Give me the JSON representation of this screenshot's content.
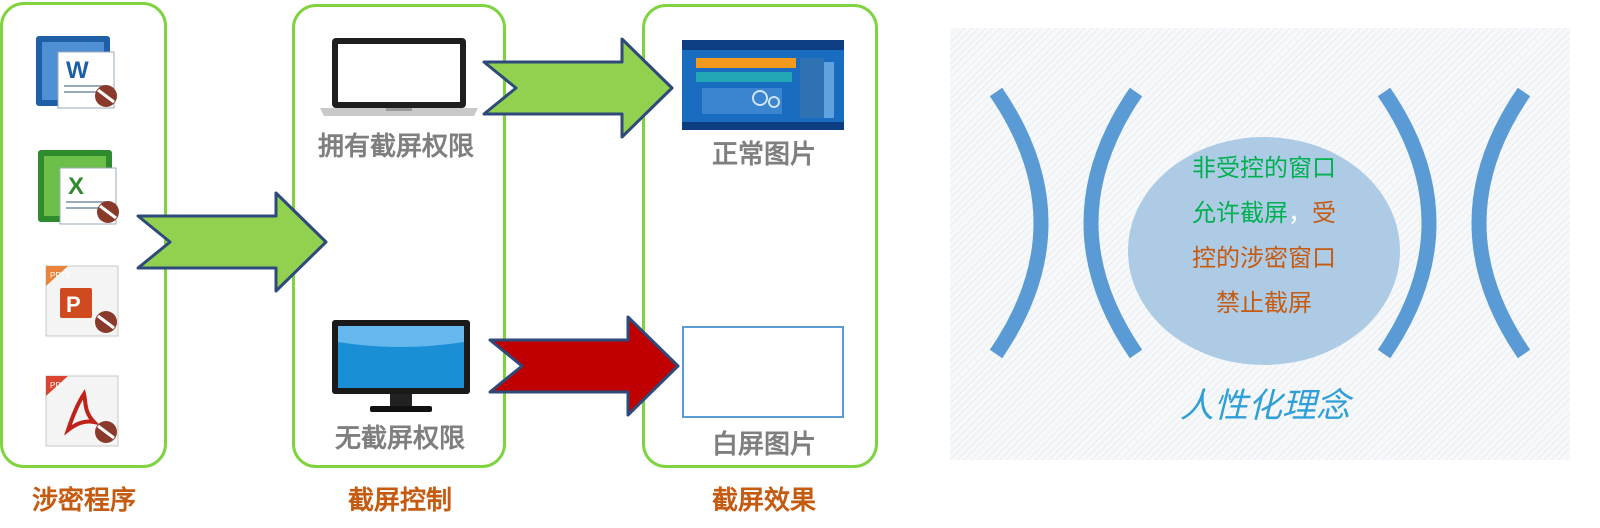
{
  "columns": {
    "programs": {
      "label": "涉密程序"
    },
    "control": {
      "label": "截屏控制"
    },
    "effect": {
      "label": "截屏效果"
    }
  },
  "file_icons": [
    {
      "name": "word-icon",
      "letter": "W",
      "color": "#1f5fa8"
    },
    {
      "name": "excel-icon",
      "letter": "X",
      "color": "#2e8b2e"
    },
    {
      "name": "powerpoint-icon",
      "letter": "P",
      "badge": "PPTX",
      "color": "#d04a1f"
    },
    {
      "name": "pdf-icon",
      "badge": "PDF",
      "color": "#c0211b"
    }
  ],
  "control": {
    "with_permission": "拥有截屏权限",
    "without_permission": "无截屏权限"
  },
  "effect": {
    "normal": "正常图片",
    "white": "白屏图片"
  },
  "concept": {
    "line1": "非受控的窗口",
    "line2a": "允许截屏",
    "line2b": "，",
    "line2c": "受",
    "line3": "控的涉密窗口",
    "line4": "禁止截屏",
    "slogan": "人性化理念"
  },
  "colors": {
    "panel_border": "#7fd33f",
    "green_arrow": "#92d050",
    "red_arrow": "#c00000",
    "arrow_outline": "#2e4a7a",
    "caption_gray": "#7f7f7f",
    "label_orange": "#c55a11",
    "bracket_blue": "#5b9bd5",
    "circle_blue": "#aecbe6",
    "slogan_blue": "#2f9fd8"
  }
}
